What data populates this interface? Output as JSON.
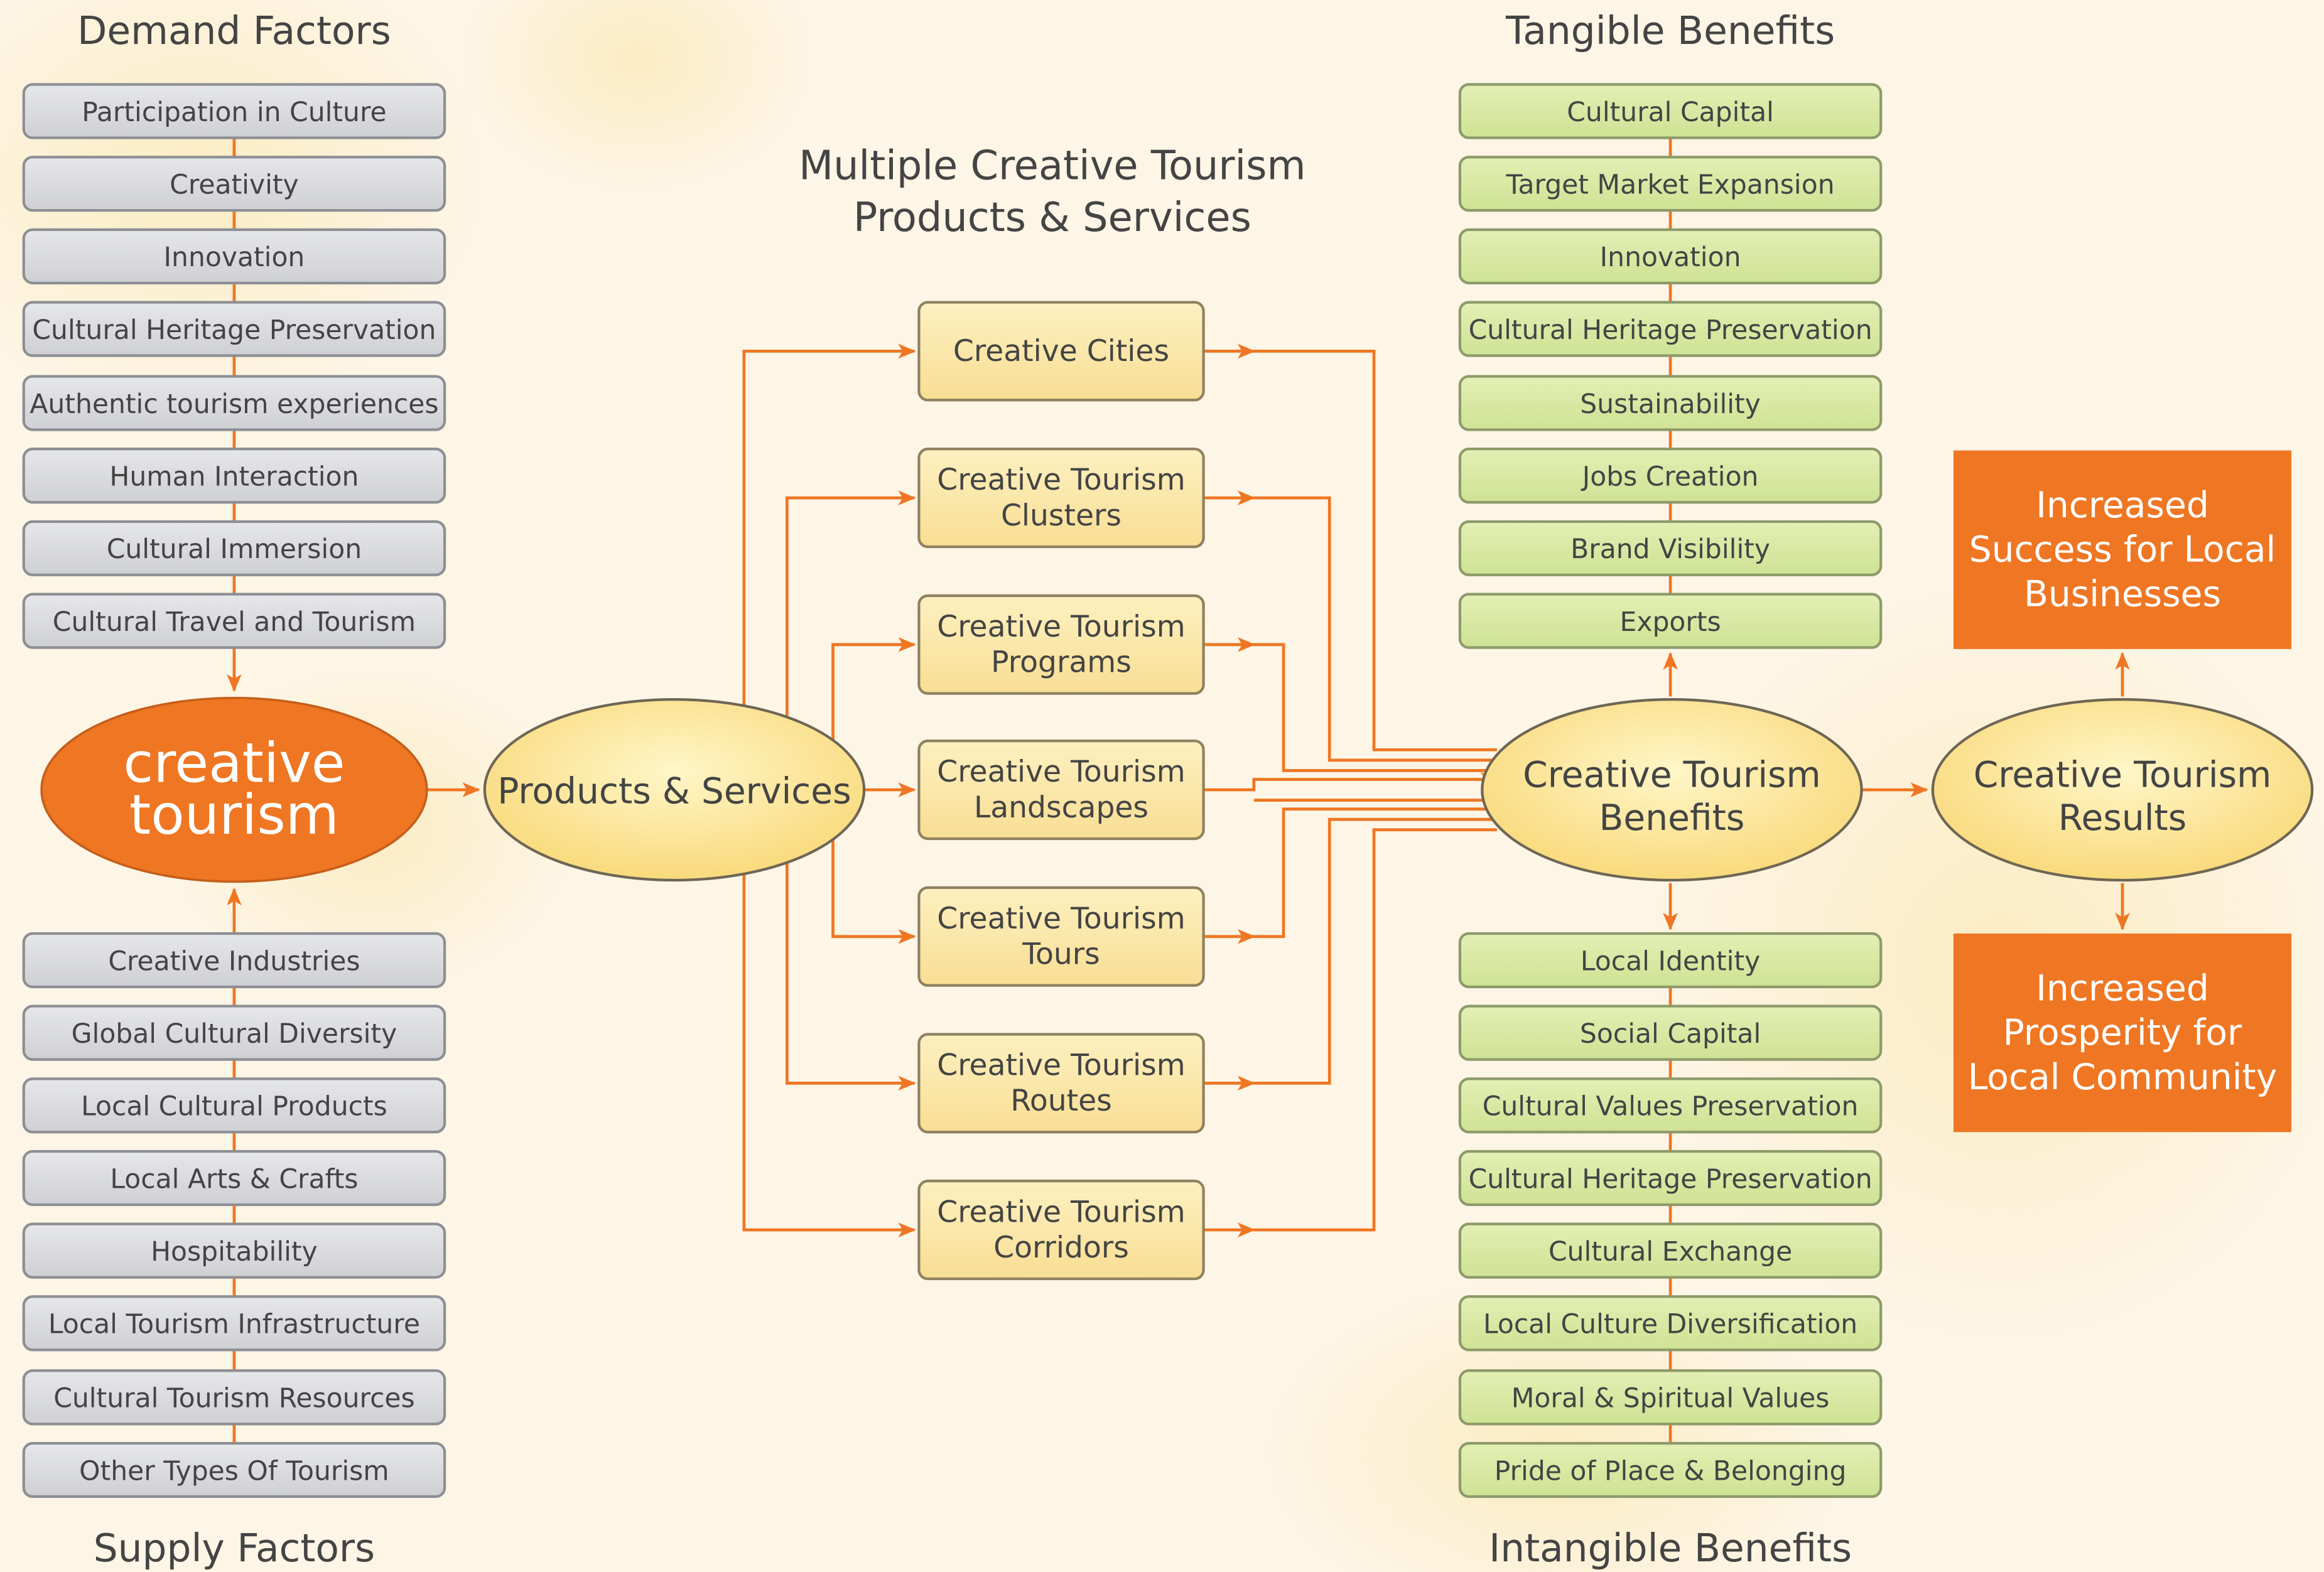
{
  "headers": {
    "demand": "Demand Factors",
    "supply": "Supply Factors",
    "tangible": "Tangible Benefits",
    "intangible": "Intangible Benefits",
    "products_l1": "Multiple Creative Tourism",
    "products_l2": "Products & Services"
  },
  "demand_factors": [
    "Participation in Culture",
    "Creativity",
    "Innovation",
    "Cultural Heritage Preservation",
    "Authentic tourism experiences",
    "Human Interaction",
    "Cultural Immersion",
    "Cultural Travel and Tourism"
  ],
  "supply_factors": [
    "Creative Industries",
    "Global Cultural Diversity",
    "Local Cultural Products",
    "Local Arts & Crafts",
    "Hospitability",
    "Local Tourism Infrastructure",
    "Cultural Tourism Resources",
    "Other Types Of Tourism"
  ],
  "tangible_benefits": [
    "Cultural Capital",
    "Target Market Expansion",
    "Innovation",
    "Cultural Heritage Preservation",
    "Sustainability",
    "Jobs Creation",
    "Brand Visibility",
    "Exports"
  ],
  "intangible_benefits": [
    "Local Identity",
    "Social Capital",
    "Cultural Values Preservation",
    "Cultural Heritage Preservation",
    "Cultural Exchange",
    "Local Culture Diversification",
    "Moral & Spiritual Values",
    "Pride of Place & Belonging"
  ],
  "products": [
    {
      "l1": "Creative Cities",
      "l2": ""
    },
    {
      "l1": "Creative Tourism",
      "l2": "Clusters"
    },
    {
      "l1": "Creative Tourism",
      "l2": "Programs"
    },
    {
      "l1": "Creative Tourism",
      "l2": "Landscapes"
    },
    {
      "l1": "Creative Tourism",
      "l2": "Tours"
    },
    {
      "l1": "Creative Tourism",
      "l2": "Routes"
    },
    {
      "l1": "Creative Tourism",
      "l2": "Corridors"
    }
  ],
  "nodes": {
    "creative_tourism_l1": "creative",
    "creative_tourism_l2": "tourism",
    "products_services": "Products & Services",
    "benefits_l1": "Creative Tourism",
    "benefits_l2": "Benefits",
    "results_l1": "Creative Tourism",
    "results_l2": "Results"
  },
  "results": {
    "business": [
      "Increased",
      "Success for Local",
      "Businesses"
    ],
    "community": [
      "Increased",
      "Prosperity for",
      "Local Community"
    ]
  },
  "colors": {
    "background": "#fdf5e6",
    "orange": "#ef7622",
    "gray_box": "#dadbde",
    "green_box": "#d9e9a4",
    "yellow_box": "#fbe7a8",
    "text": "#444444"
  }
}
